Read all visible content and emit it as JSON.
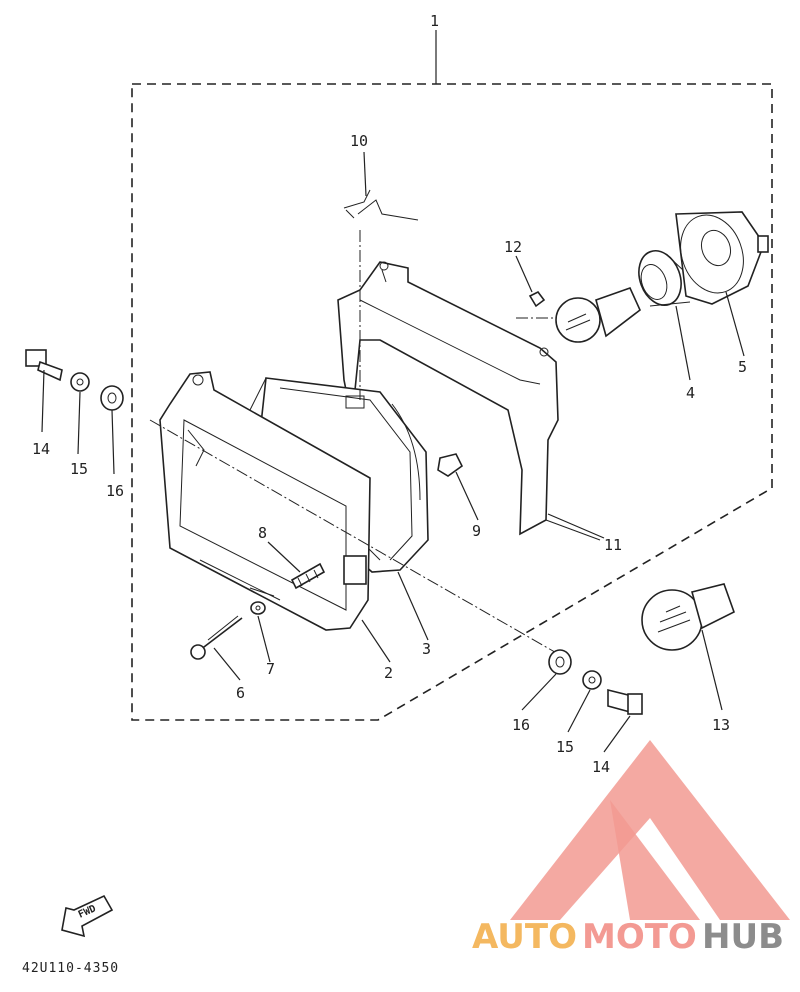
{
  "diagram": {
    "assembly_number": "1",
    "callouts": {
      "c2": "2",
      "c3": "3",
      "c4": "4",
      "c5": "5",
      "c6": "6",
      "c7": "7",
      "c8": "8",
      "c9": "9",
      "c10": "10",
      "c11": "11",
      "c12": "12",
      "c13": "13",
      "c14_left": "14",
      "c15_left": "15",
      "c16_left": "16",
      "c14_right": "14",
      "c15_right": "15",
      "c16_right": "16"
    },
    "fwd_label": "FWD",
    "drawing_code": "42U110-4350"
  },
  "watermark": {
    "text_a": "AUTO",
    "text_b": "MOTO",
    "text_c": "HUB",
    "colors": {
      "auto": "#f4b860",
      "moto": "#f39a93",
      "hub": "#8c8c8c",
      "logo": "#f29a92"
    }
  }
}
